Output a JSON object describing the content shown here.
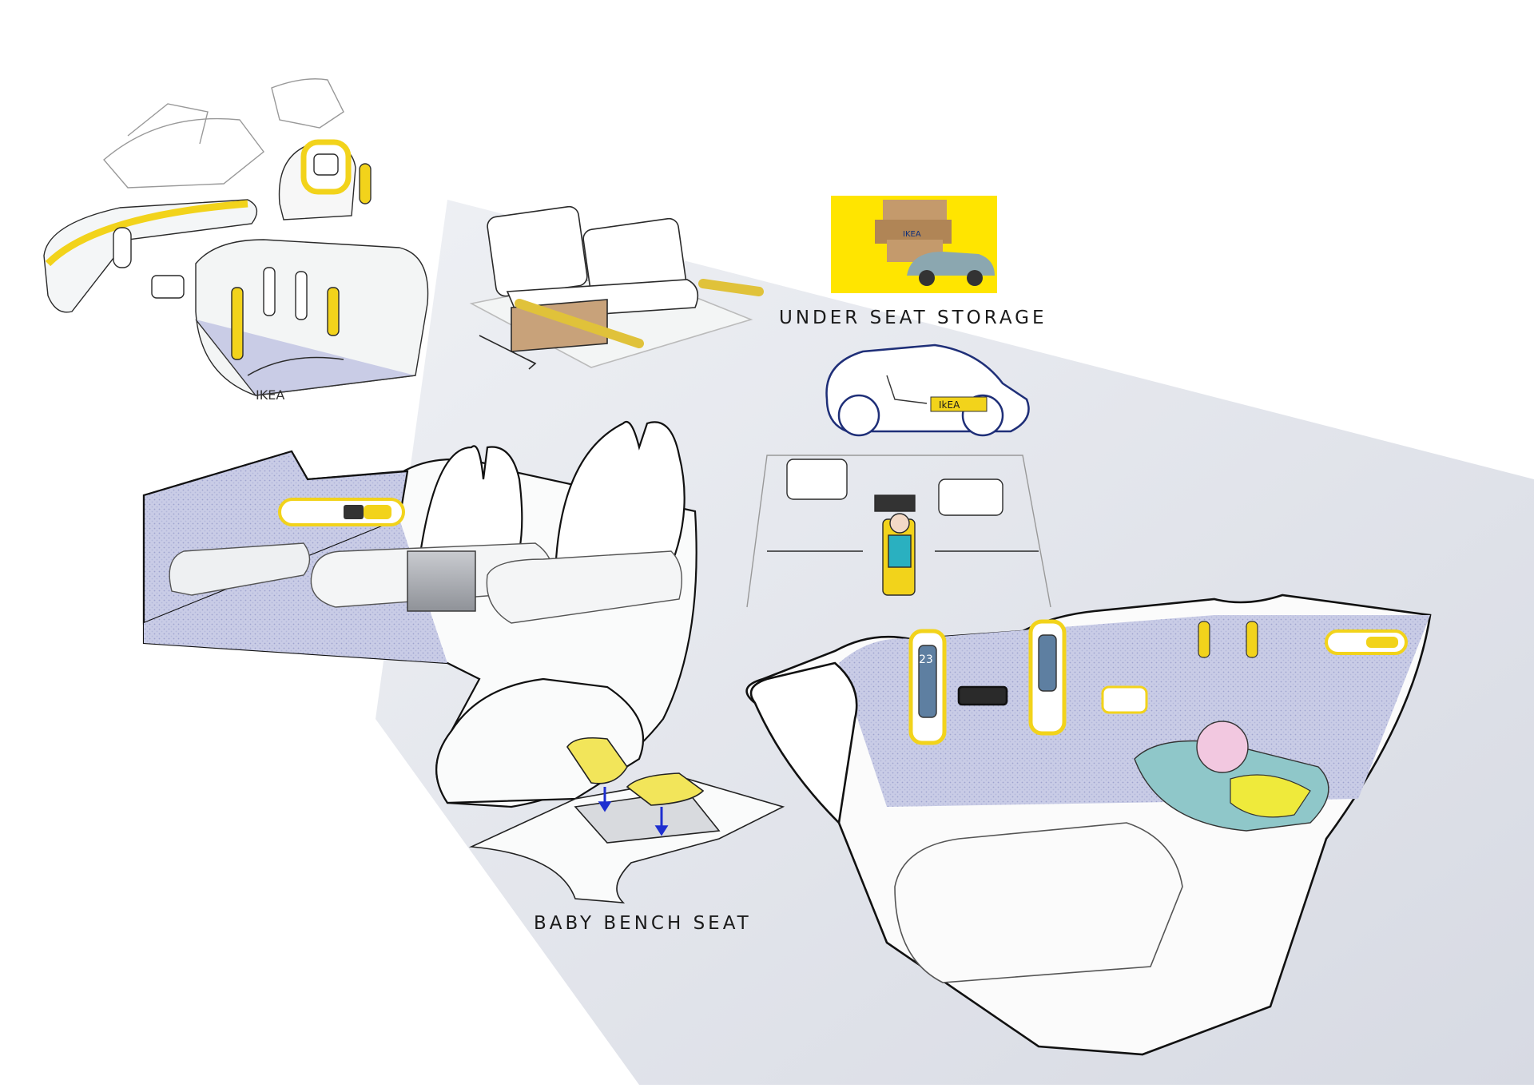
{
  "labels": {
    "under_seat_storage": "UNDER SEAT STORAGE",
    "baby_bench_seat": "BABY BENCH SEAT"
  },
  "photo": {
    "box_brand": "IKEA"
  },
  "car_sketch": {
    "brand": "IkEA"
  },
  "top_sketch": {
    "handwriting": "IKEA"
  },
  "panel_display": {
    "number": "23"
  },
  "colors": {
    "accent_yellow": "#F2D31B",
    "fabric_lavender": "#C9CCE6",
    "shadow_gray": "#DEE1E9",
    "ink": "#1A1A1A",
    "arrow_blue": "#1E2FD0",
    "photo_bg": "#FFE500",
    "outline_blue": "#1F2F78"
  }
}
